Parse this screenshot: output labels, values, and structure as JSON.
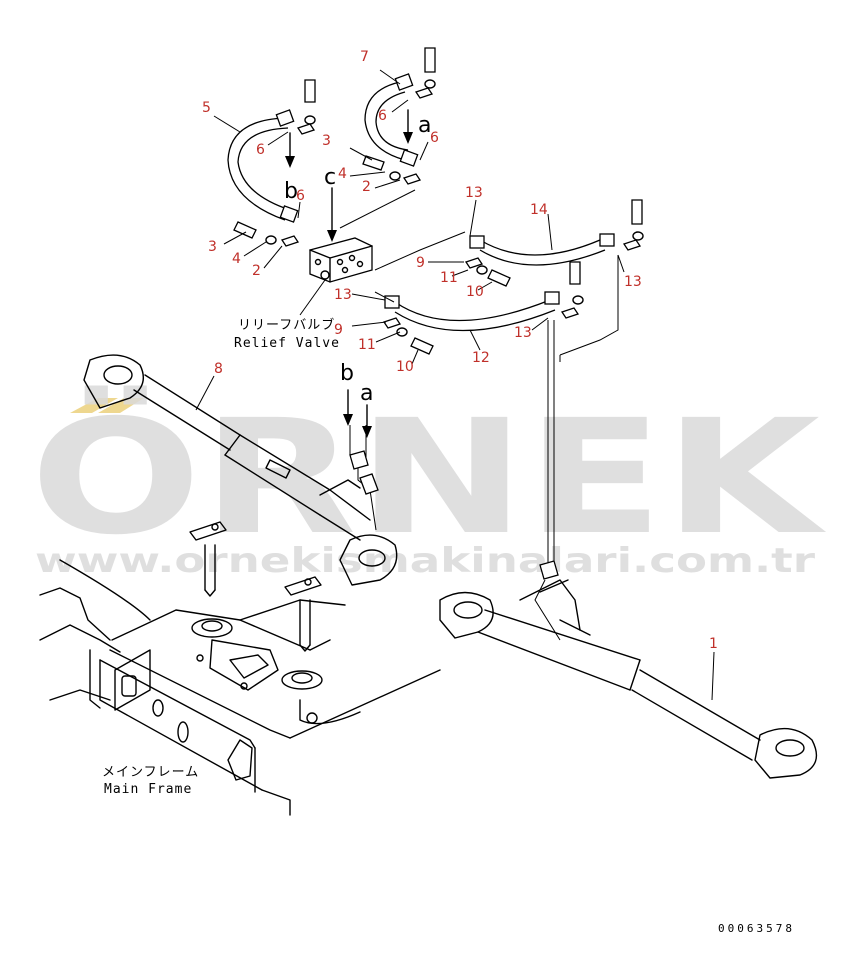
{
  "watermark": {
    "brand": "ÖRNEK",
    "website": "www.ornekismakinalari.com.tr"
  },
  "labels": {
    "relief_valve_jp": "リリーフバルブ",
    "relief_valve_en": "Relief Valve",
    "main_frame_jp": "メインフレーム",
    "main_frame_en": "Main Frame",
    "drawing_number": "00063578"
  },
  "view_letters": [
    {
      "id": "c",
      "text": "c"
    },
    {
      "id": "a-top",
      "text": "a"
    },
    {
      "id": "b-top",
      "text": "b"
    },
    {
      "id": "b-low",
      "text": "b"
    },
    {
      "id": "a-low",
      "text": "a"
    }
  ],
  "part_numbers": [
    {
      "id": "n7",
      "text": "7"
    },
    {
      "id": "n5",
      "text": "5"
    },
    {
      "id": "n6a",
      "text": "6"
    },
    {
      "id": "n6b",
      "text": "6"
    },
    {
      "id": "n6c",
      "text": "6"
    },
    {
      "id": "n6d",
      "text": "6"
    },
    {
      "id": "n3a",
      "text": "3"
    },
    {
      "id": "n4a",
      "text": "4"
    },
    {
      "id": "n2a",
      "text": "2"
    },
    {
      "id": "n3b",
      "text": "3"
    },
    {
      "id": "n4b",
      "text": "4"
    },
    {
      "id": "n2b",
      "text": "2"
    },
    {
      "id": "n13a",
      "text": "13"
    },
    {
      "id": "n14",
      "text": "14"
    },
    {
      "id": "n9a",
      "text": "9"
    },
    {
      "id": "n11a",
      "text": "11"
    },
    {
      "id": "n10a",
      "text": "10"
    },
    {
      "id": "n13b",
      "text": "13"
    },
    {
      "id": "n13c",
      "text": "13"
    },
    {
      "id": "n9b",
      "text": "9"
    },
    {
      "id": "n11b",
      "text": "11"
    },
    {
      "id": "n10b",
      "text": "10"
    },
    {
      "id": "n12",
      "text": "12"
    },
    {
      "id": "n13d",
      "text": "13"
    },
    {
      "id": "n8",
      "text": "8"
    },
    {
      "id": "n1",
      "text": "1"
    }
  ]
}
